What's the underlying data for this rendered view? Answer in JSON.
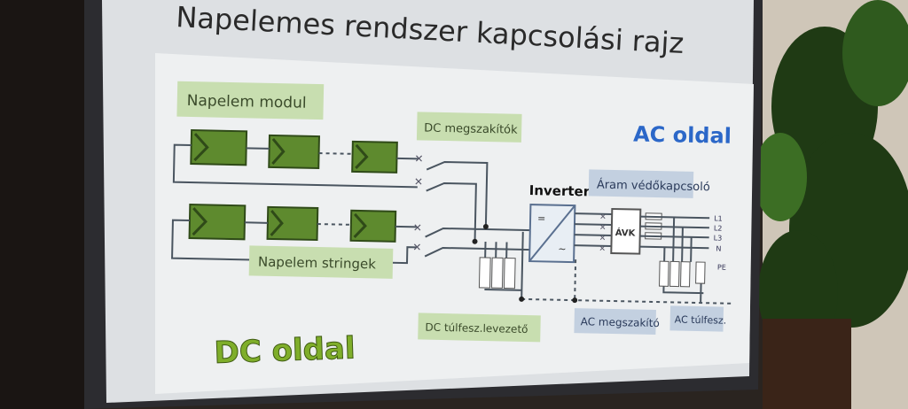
{
  "slide": {
    "title": "Napelemes rendszer kapcsolási rajz",
    "labels": {
      "module": "Napelem modul",
      "dc_breakers": "DC megszakítók",
      "ac_side": "AC oldal",
      "inverter": "Inverter",
      "rcd": "Áram védőkapcsoló",
      "strings": "Napelem stringek",
      "avk": "ÁVK",
      "dc_surge": "DC túlfesz.levezető",
      "ac_breaker": "AC megszakító",
      "ac_surge": "AC túlfesz.",
      "dc_side": "DC oldal",
      "inv_dc": "=",
      "inv_ac": "~"
    },
    "lines": [
      "L1",
      "L2",
      "L3",
      "N",
      "PE"
    ]
  },
  "colors": {
    "module": "#5e8a2e",
    "green_label": "#c8deb0",
    "blue_label": "#c3d0e0",
    "ac_title": "#2b67c8",
    "dc_title": "#7fae2a"
  }
}
